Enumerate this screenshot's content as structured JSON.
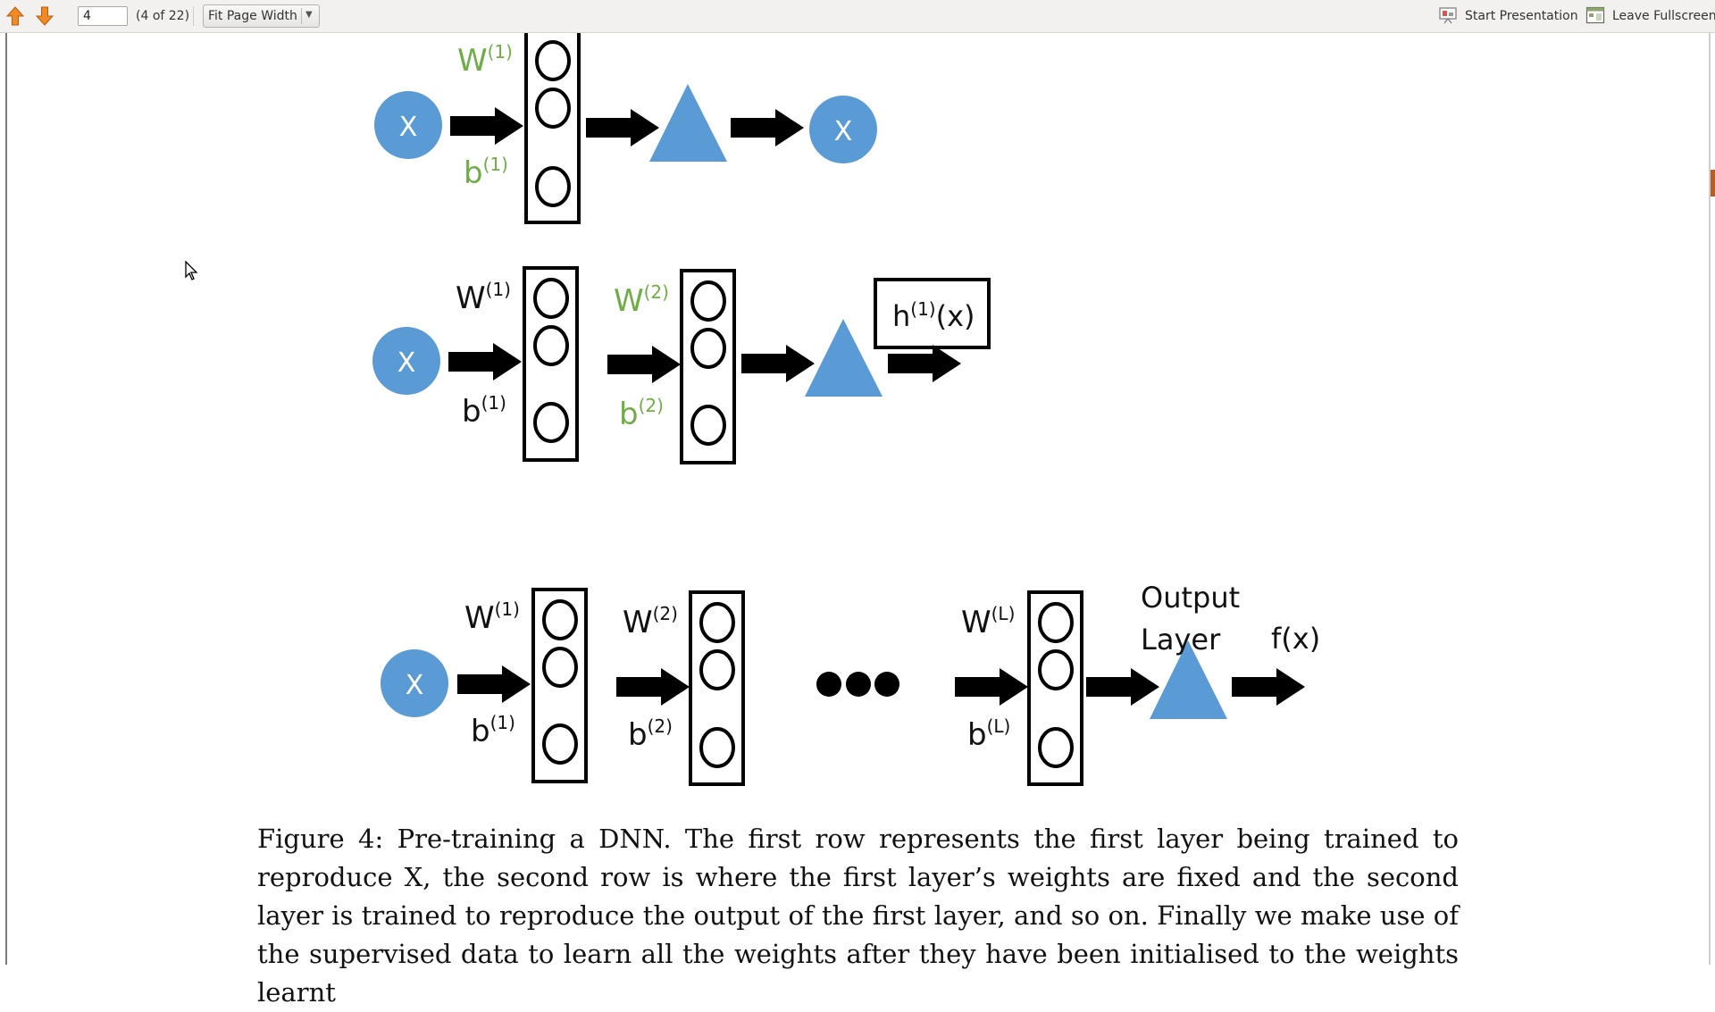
{
  "toolbar": {
    "page_input": "4",
    "page_count": "(4 of 22)",
    "zoom": "Fit Page Width",
    "present_label": "Start Presentation",
    "fullscreen_label": "Leave Fullscreen"
  },
  "diagram": {
    "node_label": "X",
    "row1": {
      "w": "W",
      "w_sup": "(1)",
      "b": "b",
      "b_sup": "(1)"
    },
    "row2": {
      "w1": "W",
      "w1_sup": "(1)",
      "b1": "b",
      "b1_sup": "(1)",
      "w2": "W",
      "w2_sup": "(2)",
      "b2": "b",
      "b2_sup": "(2)",
      "h": "h",
      "h_sup": "(1)",
      "h_arg": "(x)"
    },
    "row3": {
      "w1": "W",
      "w1_sup": "(1)",
      "b1": "b",
      "b1_sup": "(1)",
      "w2": "W",
      "w2_sup": "(2)",
      "b2": "b",
      "b2_sup": "(2)",
      "wL": "W",
      "wL_sup": "(L)",
      "bL": "b",
      "bL_sup": "(L)",
      "output_line1": "Output",
      "output_line2": "Layer",
      "fx": "f(x)"
    }
  },
  "caption": "Figure 4: Pre-training a DNN. The first row represents the first layer being trained to reproduce X, the second row is where the first layer’s weights are fixed and the second layer is trained to reproduce the output of the first layer, and so on. Finally we make use of the supervised data to learn all the weights after they have been initialised to the weights learnt",
  "colors": {
    "node_blue": "#5b9bd5",
    "trained_green": "#70ad47",
    "toolbar_bg": "#f2f1f0"
  }
}
